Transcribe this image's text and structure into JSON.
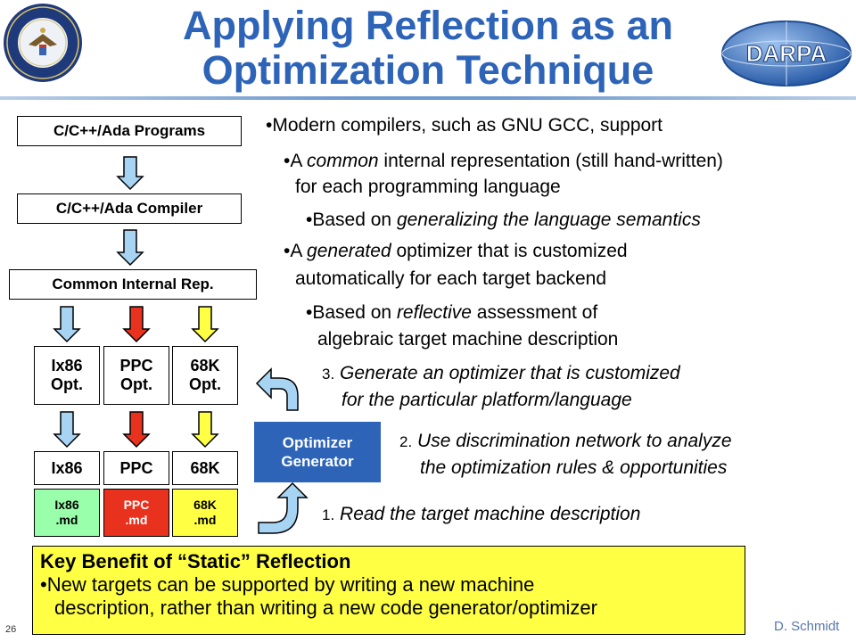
{
  "title_line1": "Applying Reflection as an",
  "title_line2": "Optimization Technique",
  "logo_text": "DARPA",
  "flow": {
    "programs": "C/C++/Ada Programs",
    "compiler": "C/C++/Ada Compiler",
    "ir": "Common Internal Rep.",
    "opt": [
      {
        "line1": "Ix86",
        "line2": "Opt."
      },
      {
        "line1": "PPC",
        "line2": "Opt."
      },
      {
        "line1": "68K",
        "line2": "Opt."
      }
    ],
    "targets": [
      "Ix86",
      "PPC",
      "68K"
    ],
    "md": [
      {
        "line1": "Ix86",
        "line2": ".md",
        "color": "#99ffaa"
      },
      {
        "line1": "PPC",
        "line2": ".md",
        "color": "#e8321e"
      },
      {
        "line1": "68K",
        "line2": ".md",
        "color": "#ffff44"
      }
    ],
    "arrow_colors": {
      "blue": "#a8d4f4",
      "red": "#e8321e",
      "yellow": "#ffff44"
    }
  },
  "bullets": {
    "b1": "Modern compilers, such as GNU GCC, support",
    "b2_pre": "A ",
    "b2_it": "common",
    "b2_post": " internal representation (still hand-written)",
    "b2_cont": "for each programming language",
    "b3_pre": "Based on ",
    "b3_it": "generalizing the language semantics",
    "b4_pre": "A ",
    "b4_it": "generated",
    "b4_post": " optimizer that is customized",
    "b4_cont": "automatically for each target backend",
    "b5_pre": "Based on ",
    "b5_it": "reflective",
    "b5_post": " assessment of",
    "b5_cont": "algebraic target machine description"
  },
  "steps": {
    "s3_num": "3.",
    "s3_l1": "Generate an optimizer that is customized",
    "s3_l2": "for the particular platform/language",
    "s2_num": "2.",
    "s2_l1": "Use discrimination network to analyze",
    "s2_l2": "the optimization rules & opportunities",
    "s1_num": "1.",
    "s1_l1": "Read the target machine description"
  },
  "generator_line1": "Optimizer",
  "generator_line2": "Generator",
  "key_benefit": {
    "title": "Key Benefit of “Static” Reflection",
    "line1": "New targets can be supported by writing a new machine",
    "line2": "description, rather than writing a new code generator/optimizer"
  },
  "footer": {
    "page": "26",
    "author": "D. Schmidt"
  }
}
